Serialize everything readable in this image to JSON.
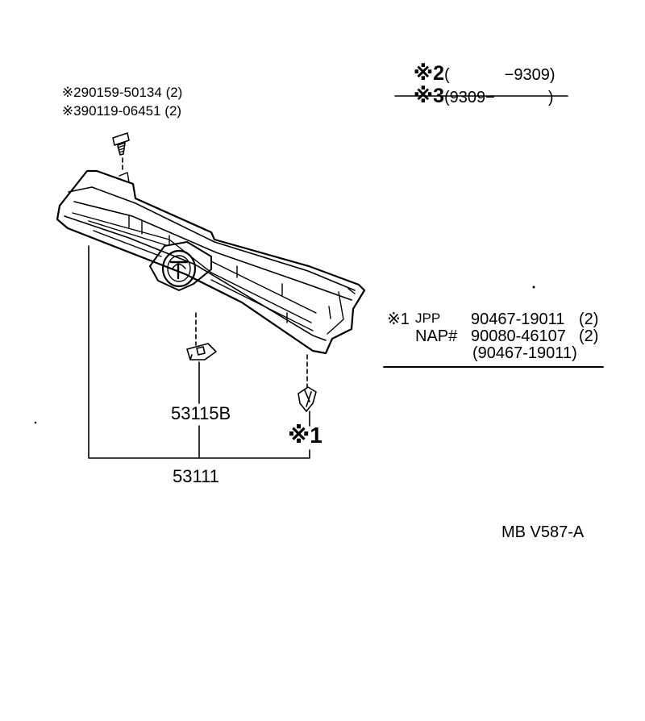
{
  "fasteners": [
    {
      "mark": "※2",
      "part_no": "90159-50134",
      "qty": "(2)"
    },
    {
      "mark": "※3",
      "part_no": "90119-06451",
      "qty": "(2)"
    }
  ],
  "legend": {
    "row1_mark": "※2",
    "row1_open": "(",
    "row1_range": "−9309)",
    "row2_mark": "※3",
    "row2_range": "(9309−",
    "row2_close": ")"
  },
  "clip_table": {
    "mark": "※1",
    "jpp_label": "JPP",
    "jpp_part": "90467-19011",
    "jpp_qty": "(2)",
    "nap_label": "NAP#",
    "nap_part": "90080-46107",
    "nap_qty": "(2)",
    "alt_part": "(90467-19011)"
  },
  "callouts": {
    "bracket": "53115B",
    "grille": "53111",
    "clip_mark": "※1"
  },
  "diagram_code": "MB V587-A",
  "line_color": "#000000"
}
